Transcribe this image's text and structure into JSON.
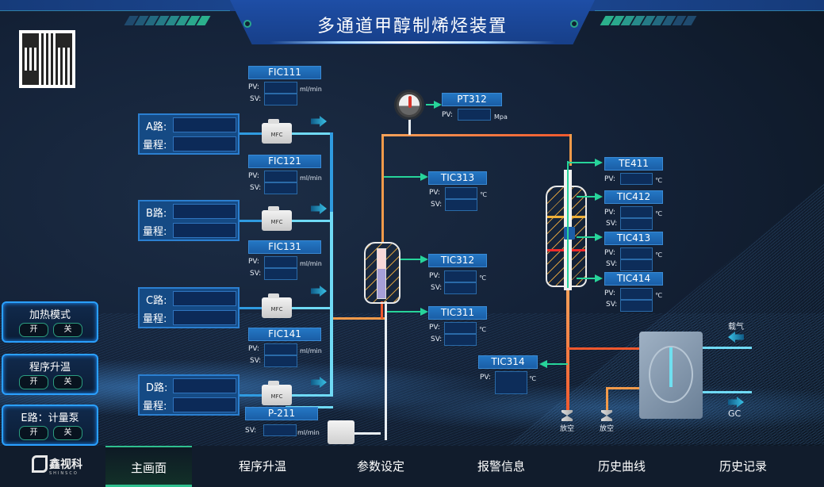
{
  "header": {
    "title": "多通道甲醇制烯烃装置"
  },
  "flow_controllers": [
    {
      "tag": "FIC111",
      "pv_label": "PV:",
      "sv_label": "SV:",
      "unit": "ml/min",
      "pv": "",
      "sv": ""
    },
    {
      "tag": "FIC121",
      "pv_label": "PV:",
      "sv_label": "SV:",
      "unit": "ml/min",
      "pv": "",
      "sv": ""
    },
    {
      "tag": "FIC131",
      "pv_label": "PV:",
      "sv_label": "SV:",
      "unit": "ml/min",
      "pv": "",
      "sv": ""
    },
    {
      "tag": "FIC141",
      "pv_label": "PV:",
      "sv_label": "SV:",
      "unit": "ml/min",
      "pv": "",
      "sv": ""
    }
  ],
  "routes": [
    {
      "name": "A路:",
      "range_label": "量程:",
      "value": "",
      "range": ""
    },
    {
      "name": "B路:",
      "range_label": "量程:",
      "value": "",
      "range": ""
    },
    {
      "name": "C路:",
      "range_label": "量程:",
      "value": "",
      "range": ""
    },
    {
      "name": "D路:",
      "range_label": "量程:",
      "value": "",
      "range": ""
    }
  ],
  "mfc_label": "MFC",
  "pump": {
    "tag": "P-211",
    "sv_label": "SV:",
    "unit": "ml/min",
    "sv": ""
  },
  "pressure": {
    "tag": "PT312",
    "pv_label": "PV:",
    "unit": "Mpa",
    "pv": ""
  },
  "temp_controllers": [
    {
      "tag": "TIC313",
      "pv_label": "PV:",
      "sv_label": "SV:",
      "unit": "℃"
    },
    {
      "tag": "TIC312",
      "pv_label": "PV:",
      "sv_label": "SV:",
      "unit": "℃"
    },
    {
      "tag": "TIC311",
      "pv_label": "PV:",
      "sv_label": "SV:",
      "unit": "℃"
    },
    {
      "tag": "TE411",
      "pv_label": "PV:",
      "unit": "℃"
    },
    {
      "tag": "TIC412",
      "pv_label": "PV:",
      "sv_label": "SV:",
      "unit": "℃"
    },
    {
      "tag": "TIC413",
      "pv_label": "PV:",
      "sv_label": "SV:",
      "unit": "℃"
    },
    {
      "tag": "TIC414",
      "pv_label": "PV:",
      "sv_label": "SV:",
      "unit": "℃"
    },
    {
      "tag": "TIC314",
      "pv_label": "PV:",
      "unit": "℃"
    }
  ],
  "vents": [
    "放空",
    "放空"
  ],
  "gc_valve": {
    "carrier_label": "载气",
    "gc_label": "GC"
  },
  "controls": [
    {
      "title": "加热模式",
      "on": "开",
      "off": "关"
    },
    {
      "title": "程序升温",
      "on": "开",
      "off": "关"
    },
    {
      "title": "E路：计量泵",
      "on": "开",
      "off": "关"
    }
  ],
  "nav": {
    "logo_text": "鑫视科",
    "logo_sub": "SHINSCO",
    "items": [
      "主画面",
      "程序升温",
      "参数设定",
      "报警信息",
      "历史曲线",
      "历史记录"
    ],
    "active": "主画面"
  }
}
